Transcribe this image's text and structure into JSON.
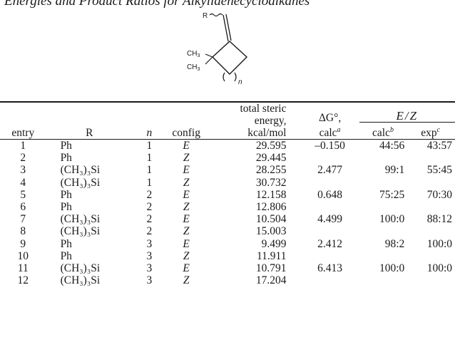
{
  "caption_fragment": "Energies and Product Ratios for Alkylidenecycloalkanes",
  "structure": {
    "r_label": "R",
    "methyl_label": "CH",
    "methyl_sub": "3",
    "ring_index": "n"
  },
  "headers": {
    "entry": "entry",
    "r": "R",
    "n": "n",
    "config": "config",
    "energy_line1": "total steric",
    "energy_line2": "energy,",
    "energy_line3": "kcal/mol",
    "dg_line1": "ΔG°,",
    "dg_line2": "calc",
    "dg_sup": "a",
    "ez": "E/Z",
    "calc": "calc",
    "calc_sup": "b",
    "exp": "exp",
    "exp_sup": "c"
  },
  "rows": [
    {
      "entry": "1",
      "r": "Ph",
      "n": "1",
      "config": "E",
      "energy": "29.595",
      "dg": "–0.150",
      "calc": "44:56",
      "exp": "43:57"
    },
    {
      "entry": "2",
      "r": "Ph",
      "n": "1",
      "config": "Z",
      "energy": "29.445",
      "dg": "",
      "calc": "",
      "exp": ""
    },
    {
      "entry": "3",
      "r": "(CH₃)₃Si",
      "n": "1",
      "config": "E",
      "energy": "28.255",
      "dg": "2.477",
      "calc": "99:1",
      "exp": "55:45"
    },
    {
      "entry": "4",
      "r": "(CH₃)₃Si",
      "n": "1",
      "config": "Z",
      "energy": "30.732",
      "dg": "",
      "calc": "",
      "exp": ""
    },
    {
      "entry": "5",
      "r": "Ph",
      "n": "2",
      "config": "E",
      "energy": "12.158",
      "dg": "0.648",
      "calc": "75:25",
      "exp": "70:30"
    },
    {
      "entry": "6",
      "r": "Ph",
      "n": "2",
      "config": "Z",
      "energy": "12.806",
      "dg": "",
      "calc": "",
      "exp": ""
    },
    {
      "entry": "7",
      "r": "(CH₃)₃Si",
      "n": "2",
      "config": "E",
      "energy": "10.504",
      "dg": "4.499",
      "calc": "100:0",
      "exp": "88:12"
    },
    {
      "entry": "8",
      "r": "(CH₃)₃Si",
      "n": "2",
      "config": "Z",
      "energy": "15.003",
      "dg": "",
      "calc": "",
      "exp": ""
    },
    {
      "entry": "9",
      "r": "Ph",
      "n": "3",
      "config": "E",
      "energy": "9.499",
      "dg": "2.412",
      "calc": "98:2",
      "exp": "100:0"
    },
    {
      "entry": "10",
      "r": "Ph",
      "n": "3",
      "config": "Z",
      "energy": "11.911",
      "dg": "",
      "calc": "",
      "exp": ""
    },
    {
      "entry": "11",
      "r": "(CH₃)₃Si",
      "n": "3",
      "config": "E",
      "energy": "10.791",
      "dg": "6.413",
      "calc": "100:0",
      "exp": "100:0"
    },
    {
      "entry": "12",
      "r": "(CH₃)₃Si",
      "n": "3",
      "config": "Z",
      "energy": "17.204",
      "dg": "",
      "calc": "",
      "exp": ""
    }
  ]
}
